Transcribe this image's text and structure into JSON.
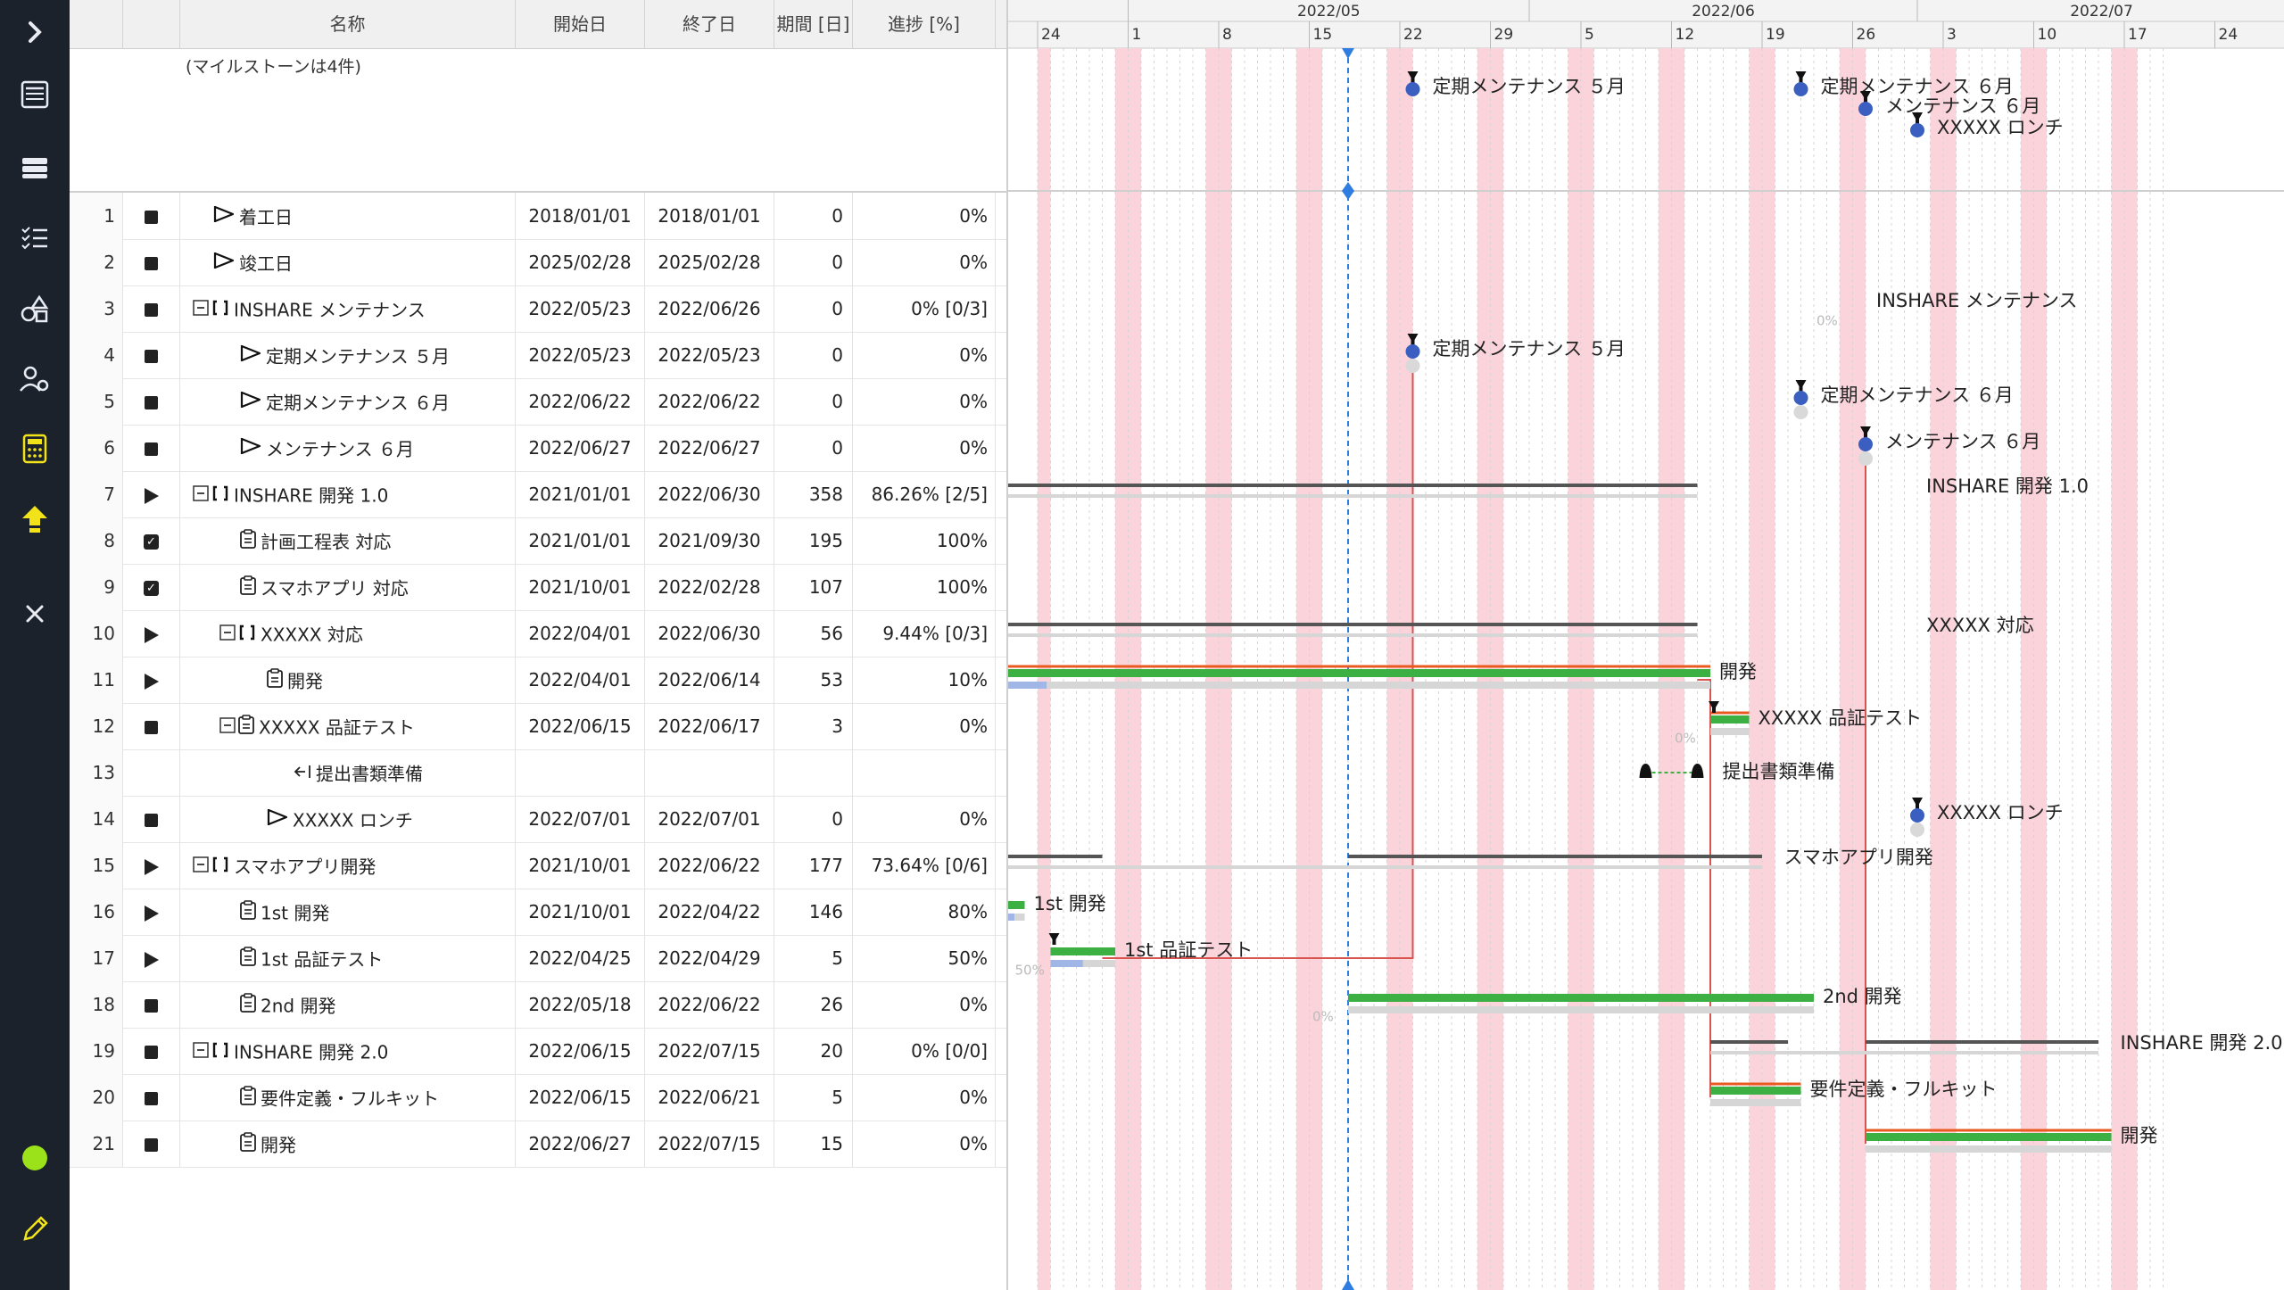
{
  "sidebar": {
    "items": [
      {
        "name": "expand-icon"
      },
      {
        "name": "window-icon"
      },
      {
        "name": "server-icon"
      },
      {
        "name": "checklist-icon"
      },
      {
        "name": "shapes-icon"
      },
      {
        "name": "users-settings-icon"
      },
      {
        "name": "calculator-icon"
      },
      {
        "name": "upload-icon"
      },
      {
        "name": "close-icon"
      },
      {
        "name": "status-indicator-icon"
      },
      {
        "name": "pencil-icon"
      }
    ],
    "status_color": "#9be21a",
    "active_color": "#f2e21a"
  },
  "columns": {
    "name": "名称",
    "start": "開始日",
    "end": "終了日",
    "duration": "期間 [日]",
    "progress": "進捗 [%]"
  },
  "milestone_note": "(マイルストーンは4件)",
  "rows": [
    {
      "num": "1",
      "status": "square",
      "kind": "milestone",
      "indent": 0,
      "name": "着工日",
      "start": "2018/01/01",
      "end": "2018/01/01",
      "duration": "0",
      "progress": "0%"
    },
    {
      "num": "2",
      "status": "square",
      "kind": "milestone",
      "indent": 0,
      "name": "竣工日",
      "start": "2025/02/28",
      "end": "2025/02/28",
      "duration": "0",
      "progress": "0%"
    },
    {
      "num": "3",
      "status": "square",
      "kind": "group",
      "indent": 0,
      "name": "INSHARE メンテナンス",
      "start": "2022/05/23",
      "end": "2022/06/26",
      "duration": "0",
      "progress": "0% [0/3]"
    },
    {
      "num": "4",
      "status": "square",
      "kind": "milestone",
      "indent": 1,
      "name": "定期メンテナンス ５月",
      "start": "2022/05/23",
      "end": "2022/05/23",
      "duration": "0",
      "progress": "0%"
    },
    {
      "num": "5",
      "status": "square",
      "kind": "milestone",
      "indent": 1,
      "name": "定期メンテナンス ６月",
      "start": "2022/06/22",
      "end": "2022/06/22",
      "duration": "0",
      "progress": "0%"
    },
    {
      "num": "6",
      "status": "square",
      "kind": "milestone",
      "indent": 1,
      "name": "メンテナンス ６月",
      "start": "2022/06/27",
      "end": "2022/06/27",
      "duration": "0",
      "progress": "0%"
    },
    {
      "num": "7",
      "status": "play",
      "kind": "group",
      "indent": 0,
      "name": "INSHARE 開発 1.0",
      "start": "2021/01/01",
      "end": "2022/06/30",
      "duration": "358",
      "progress": "86.26% [2/5]"
    },
    {
      "num": "8",
      "status": "check",
      "kind": "task",
      "indent": 1,
      "name": "計画工程表 対応",
      "start": "2021/01/01",
      "end": "2021/09/30",
      "duration": "195",
      "progress": "100%"
    },
    {
      "num": "9",
      "status": "check",
      "kind": "task",
      "indent": 1,
      "name": "スマホアプリ 対応",
      "start": "2021/10/01",
      "end": "2022/02/28",
      "duration": "107",
      "progress": "100%"
    },
    {
      "num": "10",
      "status": "play",
      "kind": "group",
      "indent": 1,
      "name": "XXXXX 対応",
      "start": "2022/04/01",
      "end": "2022/06/30",
      "duration": "56",
      "progress": "9.44% [0/3]"
    },
    {
      "num": "11",
      "status": "play",
      "kind": "task",
      "indent": 2,
      "name": "開発",
      "start": "2022/04/01",
      "end": "2022/06/14",
      "duration": "53",
      "progress": "10%"
    },
    {
      "num": "12",
      "status": "square",
      "kind": "taskgroup",
      "indent": 1,
      "name": "XXXXX 品証テスト",
      "start": "2022/06/15",
      "end": "2022/06/17",
      "duration": "3",
      "progress": "0%"
    },
    {
      "num": "13",
      "status": "none",
      "kind": "ref",
      "indent": 3,
      "name": "提出書類準備",
      "start": "",
      "end": "",
      "duration": "",
      "progress": ""
    },
    {
      "num": "14",
      "status": "square",
      "kind": "milestone",
      "indent": 2,
      "name": "XXXXX ロンチ",
      "start": "2022/07/01",
      "end": "2022/07/01",
      "duration": "0",
      "progress": "0%"
    },
    {
      "num": "15",
      "status": "play",
      "kind": "group",
      "indent": 0,
      "name": "スマホアプリ開発",
      "start": "2021/10/01",
      "end": "2022/06/22",
      "duration": "177",
      "progress": "73.64% [0/6]"
    },
    {
      "num": "16",
      "status": "play",
      "kind": "task",
      "indent": 1,
      "name": "1st 開発",
      "start": "2021/10/01",
      "end": "2022/04/22",
      "duration": "146",
      "progress": "80%"
    },
    {
      "num": "17",
      "status": "play",
      "kind": "task",
      "indent": 1,
      "name": "1st 品証テスト",
      "start": "2022/04/25",
      "end": "2022/04/29",
      "duration": "5",
      "progress": "50%"
    },
    {
      "num": "18",
      "status": "square",
      "kind": "task",
      "indent": 1,
      "name": "2nd 開発",
      "start": "2022/05/18",
      "end": "2022/06/22",
      "duration": "26",
      "progress": "0%"
    },
    {
      "num": "19",
      "status": "square",
      "kind": "group",
      "indent": 0,
      "name": "INSHARE 開発 2.0",
      "start": "2022/06/15",
      "end": "2022/07/15",
      "duration": "20",
      "progress": "0% [0/0]"
    },
    {
      "num": "20",
      "status": "square",
      "kind": "task",
      "indent": 1,
      "name": "要件定義・フルキット",
      "start": "2022/06/15",
      "end": "2022/06/21",
      "duration": "5",
      "progress": "0%"
    },
    {
      "num": "21",
      "status": "square",
      "kind": "task",
      "indent": 1,
      "name": "開発",
      "start": "2022/06/27",
      "end": "2022/07/15",
      "duration": "15",
      "progress": "0%"
    }
  ],
  "timeline": {
    "months": [
      {
        "label": "2022/05",
        "start": "2022-05-01"
      },
      {
        "label": "2022/06",
        "start": "2022-06-01"
      },
      {
        "label": "2022/07",
        "start": "2022-07-01"
      }
    ],
    "week_labels": [
      "24",
      "1",
      "8",
      "15",
      "22",
      "29",
      "5",
      "12",
      "19",
      "26",
      "3",
      "10",
      "17",
      "24"
    ],
    "today": "2022-05-18",
    "colors": {
      "weekend": "#fbd3db",
      "today": "#2f7de1",
      "group_bar": "#555555",
      "baseline": "#d6d6d6",
      "progress": "#3cb043",
      "critical": "#ea5a20",
      "dependency": "#d9534f",
      "milestone": "#3a5fc0"
    }
  },
  "gantt": {
    "top_milestones": [
      {
        "label": "定期メンテナンス ５月",
        "date": "2022-05-23"
      },
      {
        "label": "定期メンテナンス ６月",
        "date": "2022-06-22"
      },
      {
        "label": "メンテナンス ６月",
        "date": "2022-06-27"
      },
      {
        "label": "XXXXX ロンチ",
        "date": "2022-07-01"
      }
    ],
    "rows": [
      {
        "type": "none"
      },
      {
        "type": "none"
      },
      {
        "type": "label",
        "label": "INSHARE メンテナンス",
        "date": "2022-06-27",
        "pct": "0%"
      },
      {
        "type": "milestone",
        "label": "定期メンテナンス ５月",
        "date": "2022-05-23"
      },
      {
        "type": "milestone",
        "label": "定期メンテナンス ６月",
        "date": "2022-06-22"
      },
      {
        "type": "milestone",
        "label": "メンテナンス ６月",
        "date": "2022-06-27"
      },
      {
        "type": "group",
        "label": "INSHARE 開発 1.0",
        "start": "2022-04-19",
        "end": "2022-06-14",
        "label_date": "2022-07-01"
      },
      {
        "type": "none"
      },
      {
        "type": "none"
      },
      {
        "type": "group",
        "label": "XXXXX 対応",
        "start": "2022-04-19",
        "end": "2022-06-14",
        "label_date": "2022-07-01"
      },
      {
        "type": "task",
        "label": "開発",
        "start": "2022-04-19",
        "end": "2022-06-14",
        "progress": 0.1,
        "critical": true
      },
      {
        "type": "task",
        "label": "XXXXX 品証テスト",
        "start": "2022-06-15",
        "end": "2022-06-17",
        "progress": 0,
        "pct": "0%",
        "critical": true,
        "pin": true
      },
      {
        "type": "ref",
        "label": "提出書類準備",
        "start": "2022-06-10",
        "end": "2022-06-14"
      },
      {
        "type": "milestone",
        "label": "XXXXX ロンチ",
        "date": "2022-07-01"
      },
      {
        "type": "group",
        "label": "スマホアプリ開発",
        "start": "2022-04-19",
        "end": "2022-06-19",
        "gap_start": "2022-04-29",
        "gap_end": "2022-05-18",
        "label_date": "2022-06-20"
      },
      {
        "type": "task",
        "label": "1st 開発",
        "start": "2022-04-19",
        "end": "2022-04-22",
        "progress": 0.8
      },
      {
        "type": "task",
        "label": "1st 品証テスト",
        "start": "2022-04-25",
        "end": "2022-04-29",
        "progress": 0.5,
        "pct": "50%",
        "pin": true
      },
      {
        "type": "task",
        "label": "2nd 開発",
        "start": "2022-05-18",
        "end": "2022-06-22",
        "progress": 0,
        "pct": "0%"
      },
      {
        "type": "group",
        "label": "INSHARE 開発 2.0",
        "start": "2022-06-15",
        "end": "2022-07-15",
        "gap_start": "2022-06-21",
        "gap_end": "2022-06-27",
        "label_date": "2022-07-16"
      },
      {
        "type": "task",
        "label": "要件定義・フルキット",
        "start": "2022-06-15",
        "end": "2022-06-21",
        "progress": 0,
        "critical": true
      },
      {
        "type": "task",
        "label": "開発",
        "start": "2022-06-27",
        "end": "2022-07-15",
        "progress": 0,
        "critical": true
      }
    ],
    "dependencies": [
      {
        "from": "2022-04-29",
        "from_row": 17,
        "to": "2022-05-23",
        "to_row": 4
      },
      {
        "from": "2022-05-23",
        "from_row": 4,
        "to": "2022-05-23",
        "to_row": 5
      },
      {
        "from": "2022-06-14",
        "from_row": 11,
        "to": "2022-06-15",
        "to_row": 12
      },
      {
        "from": "2022-06-15",
        "from_row": 12,
        "to": "2022-06-15",
        "to_row": 20
      },
      {
        "from": "2022-06-27",
        "from_row": 6,
        "to": "2022-06-27",
        "to_row": 21
      }
    ]
  }
}
